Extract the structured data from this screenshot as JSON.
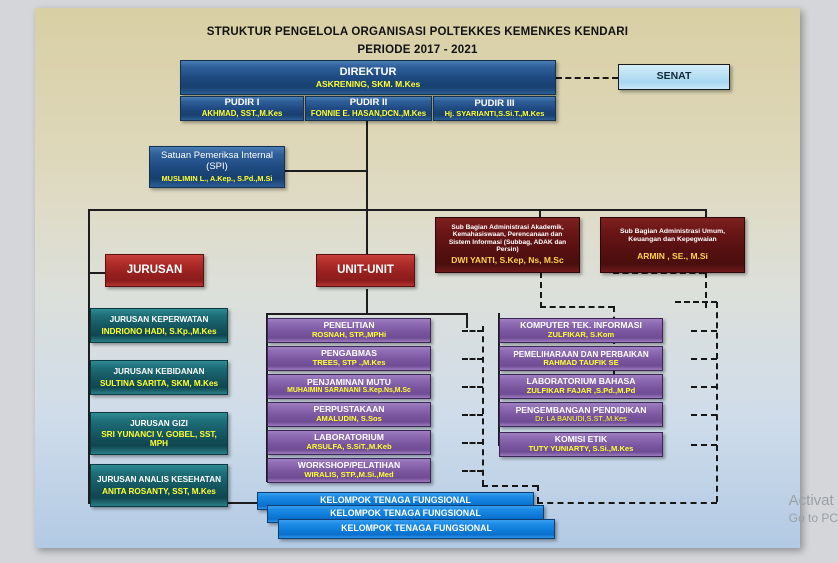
{
  "header": {
    "title_line1": "STRUKTUR PENGELOLA ORGANISASI POLTEKKES KEMENKES KENDARI",
    "title_line2": "PERIODE 2017 - 2021"
  },
  "director": {
    "role": "DIREKTUR",
    "name": "ASKRENING, SKM. M.Kes"
  },
  "senat": {
    "label": "SENAT"
  },
  "vice_directors": [
    {
      "role": "PUDIR I",
      "name": "AKHMAD, SST.,M.Kes"
    },
    {
      "role": "PUDIR II",
      "name": "FONNIE E. HASAN,DCN.,M.Kes"
    },
    {
      "role": "PUDIR III",
      "name": "Hj. SYARIANTI,S.Si.T.,M.Kes"
    }
  ],
  "spi": {
    "role": "Satuan Pemeriksa Internal (SPI)",
    "name": "MUSLIMIN L., A.Kep., S.Pd.,M.Si"
  },
  "subbagian": [
    {
      "role": "Sub Bagian Administrasi Akademik, Kemahasiswaan, Perencanaan dan Sistem Informasi (Subbag, ADAK dan Persin)",
      "name": "DWI YANTI, S.Kep, Ns, M.Sc"
    },
    {
      "role": "Sub Bagian Administrasi Umum, Keuangan dan Kepegwaian",
      "name": "ARMIN , SE., M.Si"
    }
  ],
  "group_headers": {
    "jurusan": "JURUSAN",
    "unit": "UNIT-UNIT"
  },
  "jurusan": [
    {
      "role": "JURUSAN KEPERWATAN",
      "name": "INDRIONO HADI, S.Kp.,M.Kes"
    },
    {
      "role": "JURUSAN KEBIDANAN",
      "name": "SULTINA SARITA, SKM, M.Kes"
    },
    {
      "role": "JURUSAN GIZI",
      "name": "SRI YUNANCI V. GOBEL, SST, MPH"
    },
    {
      "role": "JURUSAN ANALIS KESEHATAN",
      "name": "ANITA ROSANTY, SST, M.Kes"
    }
  ],
  "units_left": [
    {
      "role": "PENELITIAN",
      "name": "ROSNAH, STP.,MPHi"
    },
    {
      "role": "PENGABMAS",
      "name": "TREES, STP .,M.Kes"
    },
    {
      "role": "PENJAMINAN MUTU",
      "name": "MUHAIMIN SARANANI S.Kep.Ns,M.Sc"
    },
    {
      "role": "PERPUSTAKAAN",
      "name": "AMALUDIN, S.Sos"
    },
    {
      "role": "LABORATORIUM",
      "name": "ARSULFA, S.SiT.,M.Keb"
    },
    {
      "role": "WORKSHOP/PELATIHAN",
      "name": "WIRALIS, STP.,M.Si.,Med"
    }
  ],
  "units_right": [
    {
      "role": "KOMPUTER TEK. INFORMASI",
      "name": "ZULFIKAR, S.Kom"
    },
    {
      "role": "PEMELIHARAAN DAN PERBAIKAN",
      "name": "RAHMAD TAUFIK SE"
    },
    {
      "role": "LABORATORIUM BAHASA",
      "name": "ZULFIKAR FAJAR ,S.Pd.,M.Pd"
    },
    {
      "role": "PENGEMBANGAN PENDIDIKAN",
      "name": "Dr. LA BANUDI,S.ST.,M.Kes"
    },
    {
      "role": "KOMISI ETIK",
      "name": "TUTY YUNIARTY, S.Si.,M.Kes"
    }
  ],
  "fungsional": [
    {
      "label": "KELOMPOK TENAGA FUNGSIONAL"
    },
    {
      "label": "KELOMPOK TENAGA FUNGSIONAL"
    },
    {
      "label": "KELOMPOK TENAGA FUNGSIONAL"
    }
  ],
  "watermark": {
    "line1": "Activat",
    "line2": "Go to PC"
  },
  "colors": {
    "navy": "#1f4a81",
    "teal": "#14545e",
    "maroon": "#561010",
    "red": "#97201f",
    "purple": "#7a569f",
    "bright_blue": "#0d7ad8",
    "light_blue": "#bfe2f4",
    "accent_yellow": "#ffff33"
  }
}
